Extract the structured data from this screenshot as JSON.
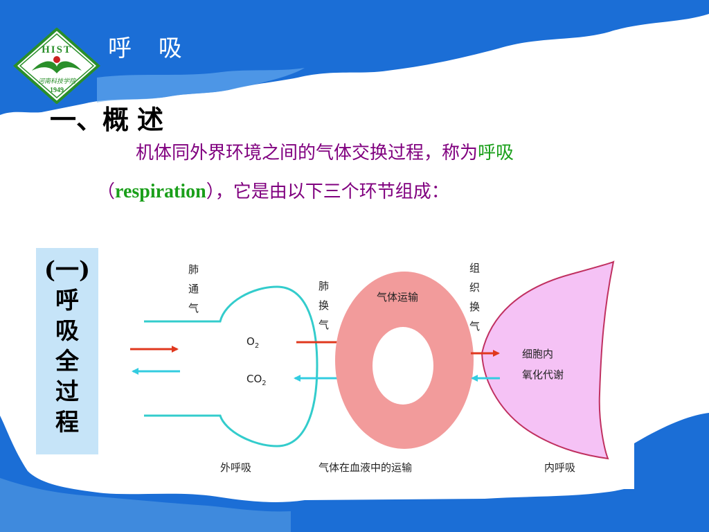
{
  "header": {
    "title": "呼 吸",
    "logo": {
      "text_top": "HIST",
      "text_script": "河南科技学院",
      "year": "1949",
      "colors": {
        "green": "#2a8f2a",
        "red": "#cc2222"
      }
    }
  },
  "section": {
    "heading_num": "一、",
    "heading_word1": "概",
    "heading_word2": "述"
  },
  "paragraph": {
    "line1_prefix": "机体同外界环境之间的气体交换过程，称为",
    "line1_highlight": "呼吸",
    "line2_open": "（",
    "line2_term": "respiration",
    "line2_rest": "），它是由以下三个环节组成："
  },
  "side_label": {
    "chars": [
      "(一)",
      "呼",
      "吸",
      "全",
      "过",
      "程"
    ]
  },
  "diagram": {
    "labels": {
      "pulmonary_ventilation": [
        "肺",
        "通",
        "气"
      ],
      "pulmonary_exchange": [
        "肺",
        "换",
        "气"
      ],
      "tissue_exchange": [
        "组",
        "织",
        "换",
        "气"
      ],
      "o2": "O",
      "o2_sub": "2",
      "co2": "CO",
      "co2_sub": "2",
      "gas_transport": "气体运输",
      "cell_metabolism_line1": "细胞内",
      "cell_metabolism_line2": "氧化代谢",
      "external_respiration": "外呼吸",
      "blood_transport": "气体在血液中的运输",
      "internal_respiration": "内呼吸"
    },
    "colors": {
      "lung_outline": "#33cccc",
      "ring_fill": "#f29b9b",
      "cell_fill": "#f5c2f5",
      "cell_outline": "#c03060",
      "arrow_red": "#e0381e",
      "arrow_cyan": "#33cce0"
    }
  },
  "theme": {
    "header_blue": "#1b6ed6",
    "heading_text": "#000000",
    "paragraph_text": "#80007f",
    "highlight_green": "#1a9f1a",
    "side_label_bg": "#c6e4f8"
  }
}
